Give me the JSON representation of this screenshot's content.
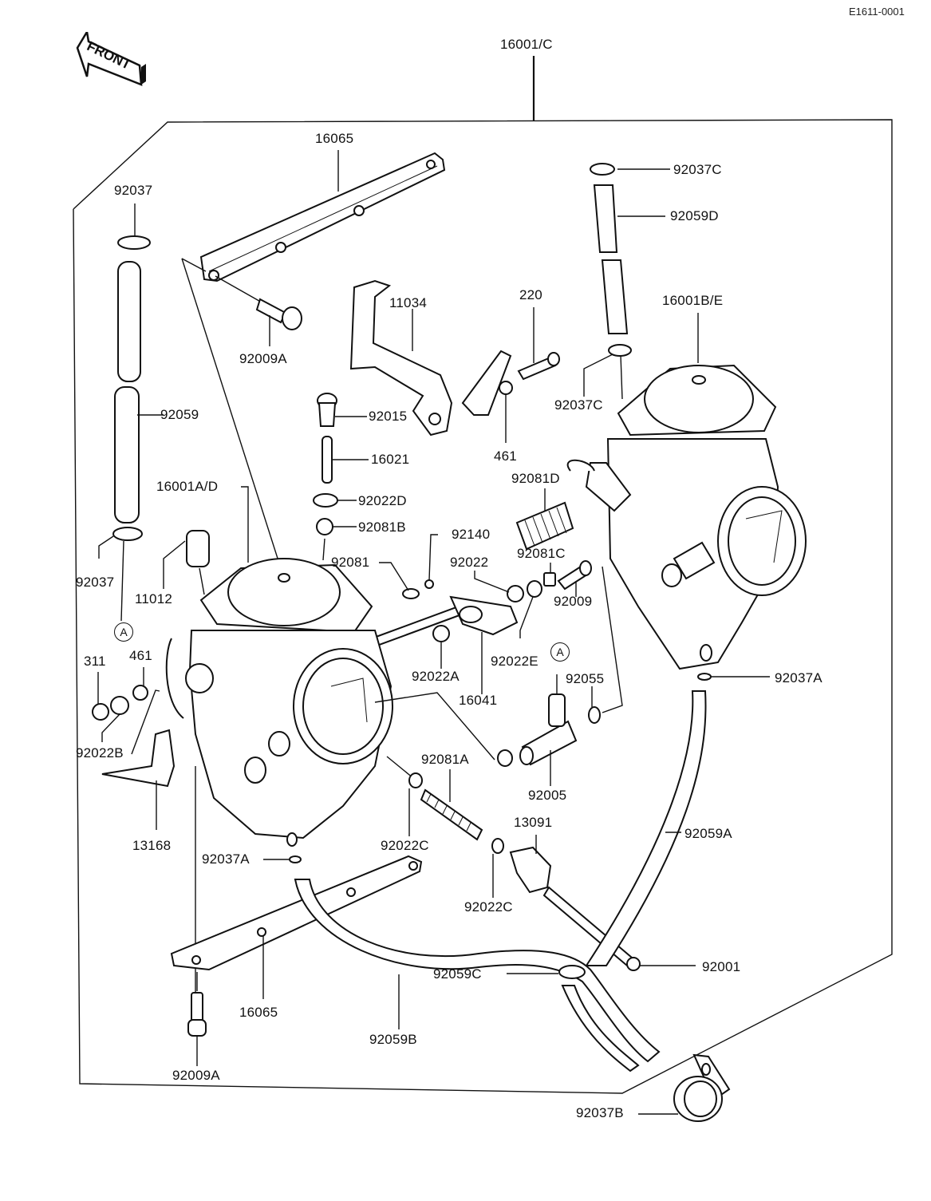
{
  "diagram": {
    "title": "Carburetor exploded parts diagram",
    "reference_code": "E1611-0001",
    "direction_badge": "FRONT",
    "assembly_label": "16001/C",
    "callout_marker": "A",
    "labels": {
      "l_16065_top": "16065",
      "l_92037_top": "92037",
      "l_92009A_top": "92009A",
      "l_11034": "11034",
      "l_220": "220",
      "l_92037C_top": "92037C",
      "l_92059D": "92059D",
      "l_16001BE": "16001B/E",
      "l_92037C_mid": "92037C",
      "l_92059": "92059",
      "l_92015": "92015",
      "l_461_top": "461",
      "l_16021": "16021",
      "l_16001AD": "16001A/D",
      "l_92022D": "92022D",
      "l_92081D": "92081D",
      "l_92081B": "92081B",
      "l_92140": "92140",
      "l_92037_bot": "92037",
      "l_92081": "92081",
      "l_92022": "92022",
      "l_92081C": "92081C",
      "l_11012": "11012",
      "l_92009": "92009",
      "l_311": "311",
      "l_461_left": "461",
      "l_92022A": "92022A",
      "l_92022E": "92022E",
      "l_16041": "16041",
      "l_92055": "92055",
      "l_92037A_right": "92037A",
      "l_92022B": "92022B",
      "l_92081A": "92081A",
      "l_92005": "92005",
      "l_13168": "13168",
      "l_13091": "13091",
      "l_92059A": "92059A",
      "l_92037A_left": "92037A",
      "l_92022C_left": "92022C",
      "l_92022C_right": "92022C",
      "l_92001": "92001",
      "l_92059C": "92059C",
      "l_16065_bot": "16065",
      "l_92059B": "92059B",
      "l_92009A_bot": "92009A",
      "l_92037B": "92037B"
    }
  }
}
